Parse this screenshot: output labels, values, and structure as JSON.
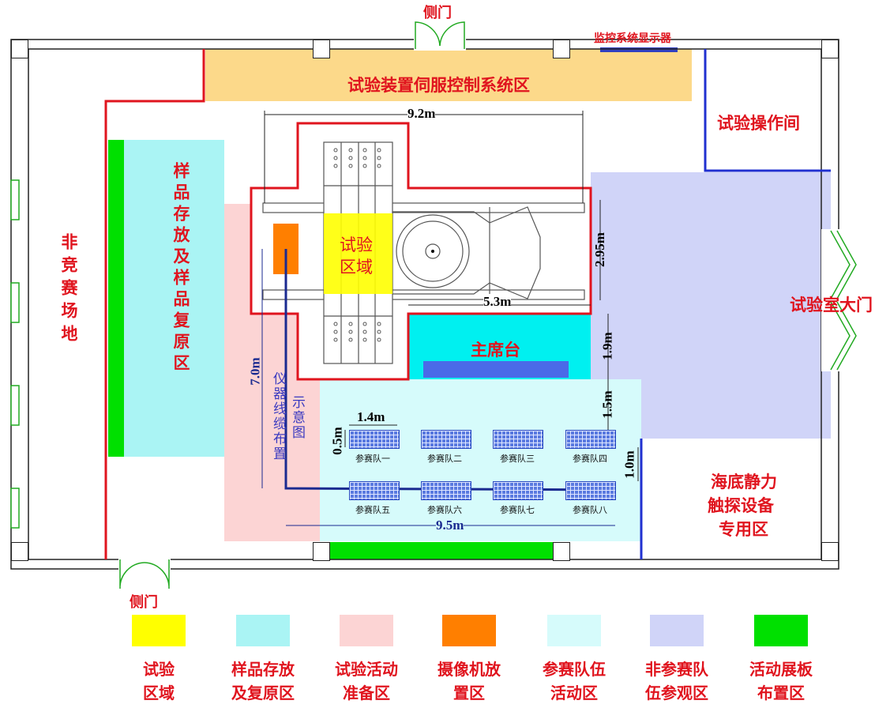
{
  "doors": {
    "top": "侧门",
    "bottom": "侧门",
    "main": "试验室大门"
  },
  "monitor_label": "监控系统显示器",
  "zones": {
    "servo_control": "试验装置伺服控制系统区",
    "operation_room": "试验操作间",
    "non_competition": "非竞赛场地",
    "sample_storage": "样品存放及样品复原区",
    "test_area_line1": "试验",
    "test_area_line2": "区域",
    "main_stage": "主席台",
    "seabed_line1": "海底静力",
    "seabed_line2": "触探设备",
    "seabed_line3": "专用区",
    "cable_line1": "仪器线缆布置",
    "cable_line2": "示意图"
  },
  "dimensions": {
    "width_top": "9.2m",
    "height_rig": "2.95m",
    "rig_length": "5.3m",
    "stage_depth": "1.9m",
    "gap_stage_teams": "1.5m",
    "table_width": "1.4m",
    "table_depth": "0.5m",
    "row_gap": "1.0m",
    "cable_vertical": "7.0m",
    "cable_horizontal": "9.5m"
  },
  "teams": [
    "参赛队一",
    "参赛队二",
    "参赛队三",
    "参赛队四",
    "参赛队五",
    "参赛队六",
    "参赛队七",
    "参赛队八"
  ],
  "legend": [
    {
      "line1": "试验",
      "line2": "区域",
      "color": "#ffff00"
    },
    {
      "line1": "样品存放",
      "line2": "及复原区",
      "color": "#aaf4f4"
    },
    {
      "line1": "试验活动",
      "line2": "准备区",
      "color": "#fcd4d4"
    },
    {
      "line1": "摄像机放",
      "line2": "置区",
      "color": "#ff7f00"
    },
    {
      "line1": "参赛队伍",
      "line2": "活动区",
      "color": "#d6fbfb"
    },
    {
      "line1": "非参赛队",
      "line2": "伍参观区",
      "color": "#d0d4f8"
    },
    {
      "line1": "活动展板",
      "line2": "布置区",
      "color": "#00e000"
    }
  ]
}
